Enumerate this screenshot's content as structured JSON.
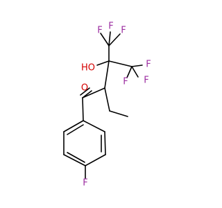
{
  "molecule": {
    "colors": {
      "bond": "#000000",
      "F": "#9b2ca0",
      "O": "#d50000"
    },
    "labels": {
      "F1": "F",
      "F2": "F",
      "F3": "F",
      "F4": "F",
      "F5": "F",
      "F6": "F",
      "OH": "HO",
      "O": "O",
      "Fpara": "F"
    }
  }
}
